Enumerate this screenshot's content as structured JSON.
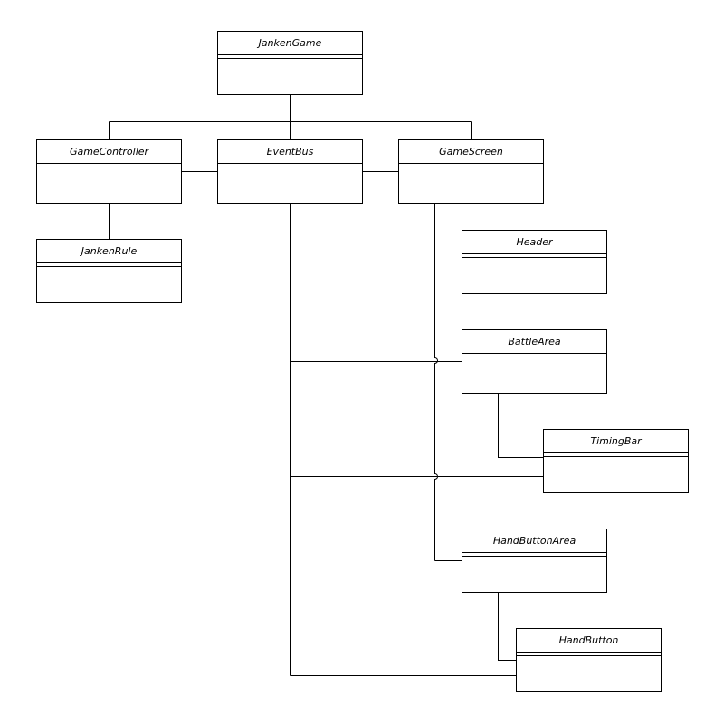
{
  "diagram": {
    "line_color": "#000000",
    "classes": {
      "janken_game": "JankenGame",
      "game_controller": "GameController",
      "event_bus": "EventBus",
      "game_screen": "GameScreen",
      "janken_rule": "JankenRule",
      "header": "Header",
      "battle_area": "BattleArea",
      "timing_bar": "TimingBar",
      "hand_button_area": "HandButtonArea",
      "hand_button": "HandButton"
    }
  }
}
